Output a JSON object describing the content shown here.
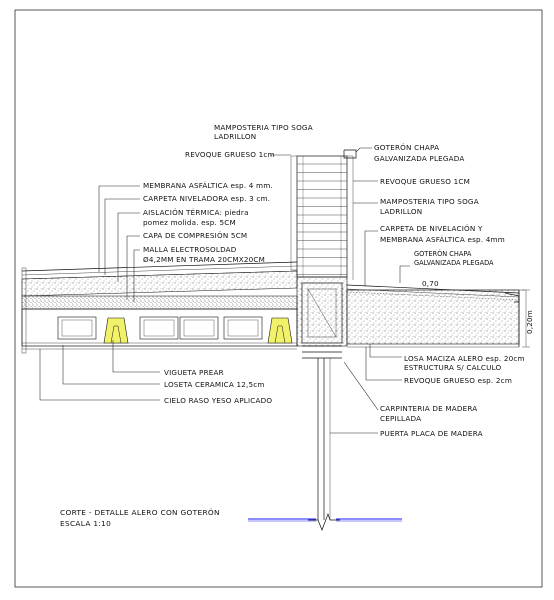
{
  "labels": {
    "mamposteria_top_1": "MAMPOSTERIA TIPO SOGA",
    "mamposteria_top_2": "LADRILLON",
    "revoque_left": "REVOQUE GRUESO 1cm",
    "goteron_top_1": "GOTERÓN CHAPA",
    "goteron_top_2": "GALVANIZADA PLEGADA",
    "revoque_right": "REVOQUE GRUESO 1CM",
    "mamposteria_right_1": "MAMPOSTERIA TIPO SOGA",
    "mamposteria_right_2": "LADRILLON",
    "carpeta_right_1": "CARPETA DE NIVELACIÓN Y",
    "carpeta_right_2": "MEMBRANA ASFÁLTICA esp. 4mm",
    "goteron_right_1": "GOTERÓN CHAPA",
    "goteron_right_2": "GALVANIZADA PLEGADA",
    "dim_070": "0,70",
    "dim_020": "0,20m",
    "membrana": "MEMBRANA ASFÁLTICA esp. 4 mm.",
    "carpeta_niveladora": "CARPETA NIVELADORA esp. 3 cm.",
    "aislacion_1": "AISLACIÓN TÉRMICA: piedra",
    "aislacion_2": "pomez molida. esp. 5CM",
    "capa_compresion": "CAPA DE COMPRESIÓN 5CM",
    "malla_1": "MALLA ELECTROSOLDAD",
    "malla_2": "Ø4,2MM EN TRAMA 20CMX20CM",
    "losa_1": "LOSA MACIZA ALERO esp. 20cm",
    "losa_2": "ESTRUCTURA S/ CALCULO",
    "revoque_bottom": "REVOQUE GRUESO esp. 2cm",
    "vigueta": "VIGUETA PREAR",
    "loseta": "LOSETA CERAMICA 12,5cm",
    "cielo_raso": "CIELO RASO YESO APLICADO",
    "carpinteria_1": "CARPINTERIA DE MADERA",
    "carpinteria_2": "CEPILLADA",
    "puerta": "PUERTA PLACA DE MADERA",
    "title_1": "CORTE - DETALLE ALERO CON GOTERÓN",
    "title_2": "ESCALA 1:10"
  },
  "colors": {
    "line": "#111111",
    "ground_line": "#1a1aff",
    "insulation_fill": "#f2f26a",
    "concrete_dot": "#222222"
  },
  "icons": {
    "brick_hatch": "brick-hatch-icon",
    "concrete_stipple": "concrete-stipple-icon"
  }
}
